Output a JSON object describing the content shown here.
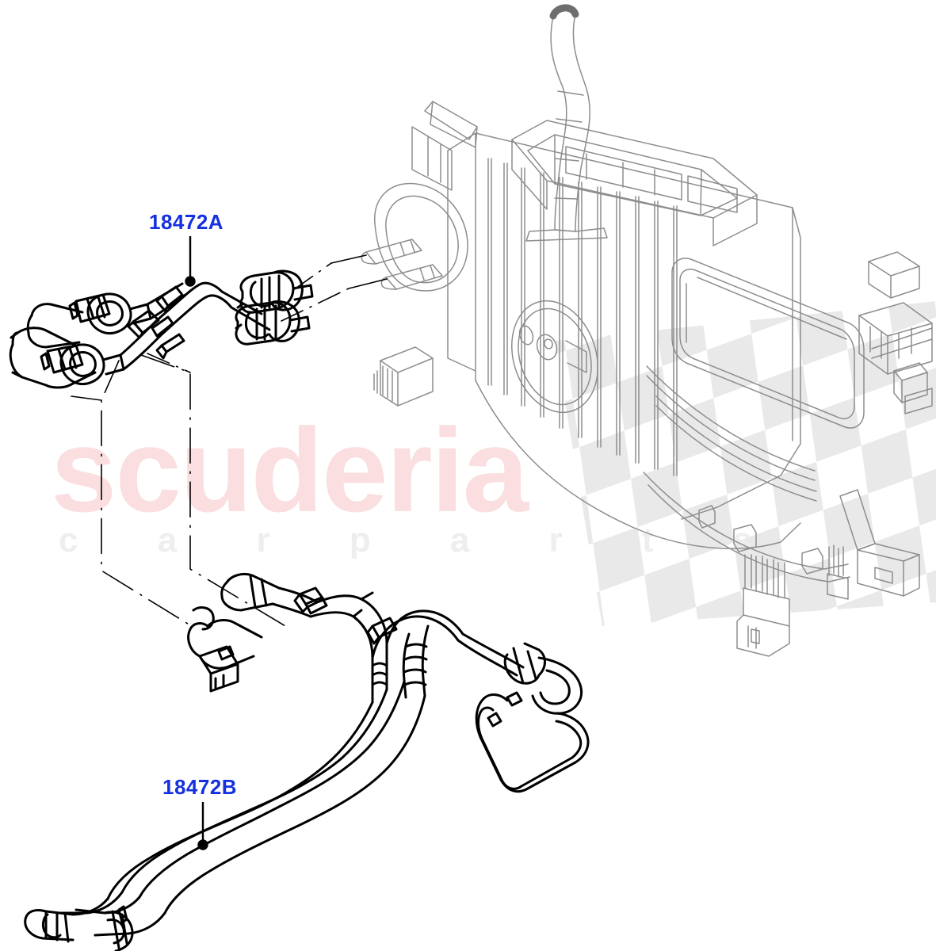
{
  "diagram": {
    "type": "exploded-parts-diagram",
    "subject": "Heater hoses and HVAC unit assembly",
    "background_color": "#ffffff",
    "line_colors": {
      "foreground_part": "#000000",
      "background_assembly": "#8a8a8a",
      "label_blue": "#1530e0",
      "leader_line": "#000000"
    }
  },
  "watermark": {
    "primary_text": "scuderia",
    "primary_color": "#fadee0",
    "secondary_text": "c a r   p a r t s",
    "secondary_color": "#eeeeee",
    "flag_pattern": "checkered-flag",
    "flag_color": "#e8e8e8"
  },
  "callouts": [
    {
      "id": "callout-a",
      "label": "18472A",
      "color": "#1530e0",
      "points_to": "upper-heater-hose"
    },
    {
      "id": "callout-b",
      "label": "18472B",
      "color": "#1530e0",
      "points_to": "lower-heater-hose"
    }
  ],
  "parts": [
    {
      "name": "upper-heater-hose",
      "callout": "18472A",
      "features": [
        "quick-connect-fitting",
        "quick-connect-fitting",
        "retaining-clip",
        "dual-outlet-coupling"
      ]
    },
    {
      "name": "lower-heater-hose",
      "callout": "18472B",
      "features": [
        "corrugated-section",
        "hose-clamp",
        "mounting-bracket",
        "looped-return-bend",
        "quick-connect-fitting"
      ]
    },
    {
      "name": "hvac-heater-unit",
      "callout": "",
      "features": [
        "air-duct-outlet",
        "blower-housing",
        "evaporator-case",
        "electrical-connector",
        "mounting-brackets",
        "heater-core-pipe-stubs"
      ]
    }
  ]
}
